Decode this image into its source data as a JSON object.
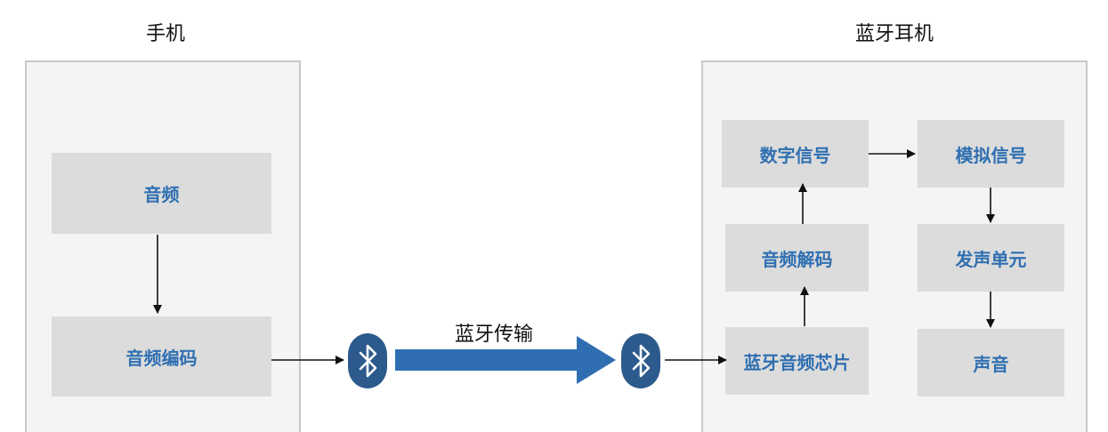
{
  "phone": {
    "title": "手机",
    "audio": "音频",
    "audio_encode": "音频编码"
  },
  "transfer": {
    "label": "蓝牙传输"
  },
  "headset": {
    "title": "蓝牙耳机",
    "digital_signal": "数字信号",
    "analog_signal": "模拟信号",
    "audio_decode": "音频解码",
    "speaker_unit": "发声单元",
    "bt_audio_chip": "蓝牙音频芯片",
    "sound": "声音"
  },
  "colors": {
    "accent_text": "#2f6fb1",
    "big_arrow": "#2f6fb1",
    "bt_icon_bg": "#2d5a8c"
  },
  "icons": [
    "bluetooth-icon",
    "bluetooth-icon"
  ]
}
